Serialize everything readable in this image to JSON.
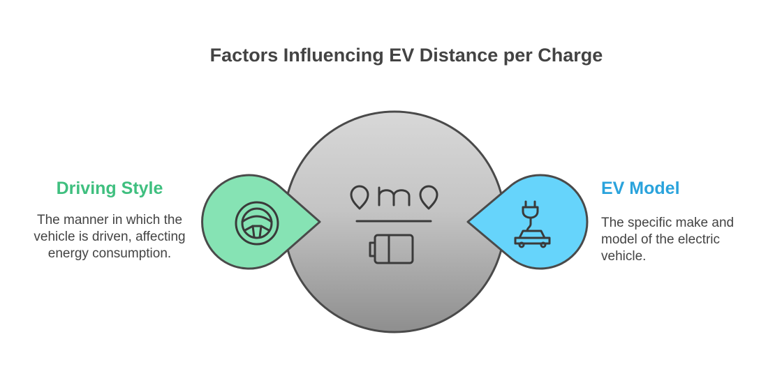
{
  "title": "Factors Influencing EV Distance per Charge",
  "left": {
    "heading": "Driving Style",
    "description": "The manner in which the vehicle is driven, affecting energy consumption.",
    "icon": "steering-wheel-icon"
  },
  "right": {
    "heading": "EV Model",
    "description": "The specific make and model of the electric vehicle.",
    "icon": "ev-plug-car-icon"
  },
  "center": {
    "icons": [
      "distance-markers-icon",
      "battery-icon"
    ]
  },
  "colors": {
    "left_fill": "#86e3b4",
    "left_heading": "#3fbf7f",
    "right_fill": "#66d4fb",
    "right_heading": "#2aa3dc",
    "circle_top": "#d6d6d6",
    "circle_bottom": "#8f8f8f",
    "stroke": "#4a4a4a",
    "text": "#434343"
  }
}
